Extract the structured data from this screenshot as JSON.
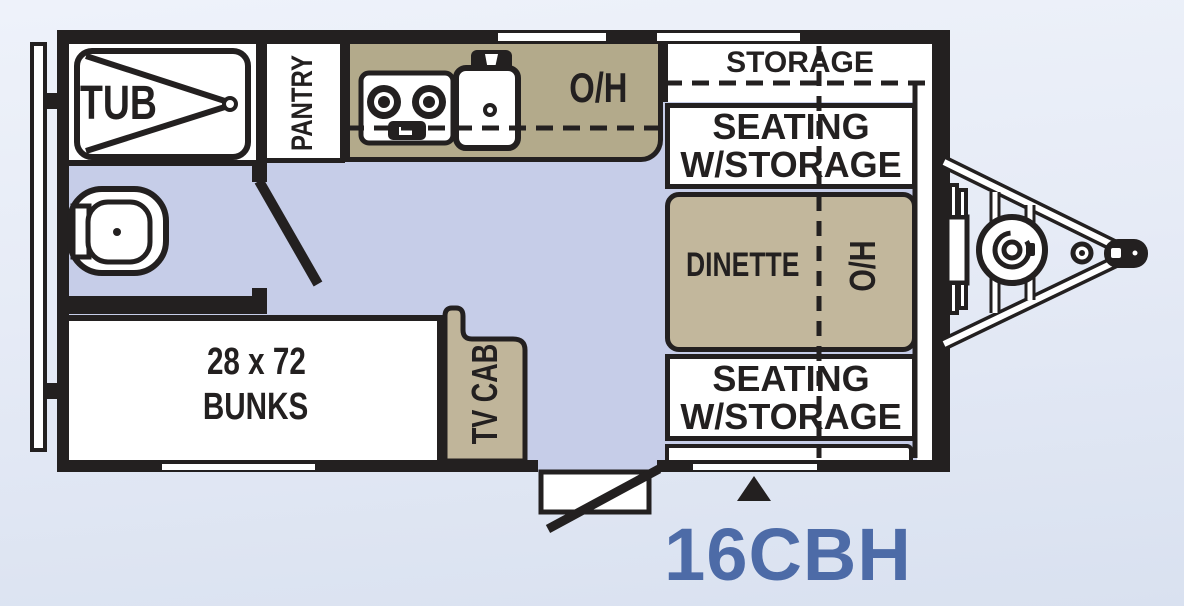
{
  "model_label": "16CBH",
  "labels": {
    "tub": "TUB",
    "pantry": "PANTRY",
    "kitchen_overhead": "O/H",
    "storage": "STORAGE",
    "seating_front_line1": "SEATING",
    "seating_front_line2": "W/STORAGE",
    "dinette": "DINETTE",
    "dinette_overhead": "O/H",
    "seating_rear_line1": "SEATING",
    "seating_rear_line2": "W/STORAGE",
    "bunks_line1": "28 x 72",
    "bunks_line2": "BUNKS",
    "tv_cabinet": "TV CAB"
  },
  "colors": {
    "floor": "#c6cde8",
    "counter_tan": "#b3aa8b",
    "dinette_tan": "#c2b79c",
    "tv_cab_tan": "#c0b59a",
    "line_black": "#232020",
    "model_blue": "#4d6ba7",
    "background_top": "#eef2fa",
    "background_bottom": "#d9e1f0"
  },
  "icons": [
    "bath-tub-icon",
    "toilet-icon",
    "cooktop-icon",
    "sink-icon",
    "bathroom-door-swing-icon",
    "entry-door-swing-icon",
    "entry-step-icon",
    "entry-marker-icon",
    "propane-tank-icon",
    "tongue-jack-icon",
    "hitch-coupler-icon",
    "rear-bumper-icon",
    "overhead-dashed-line",
    "centerline-dashed"
  ]
}
